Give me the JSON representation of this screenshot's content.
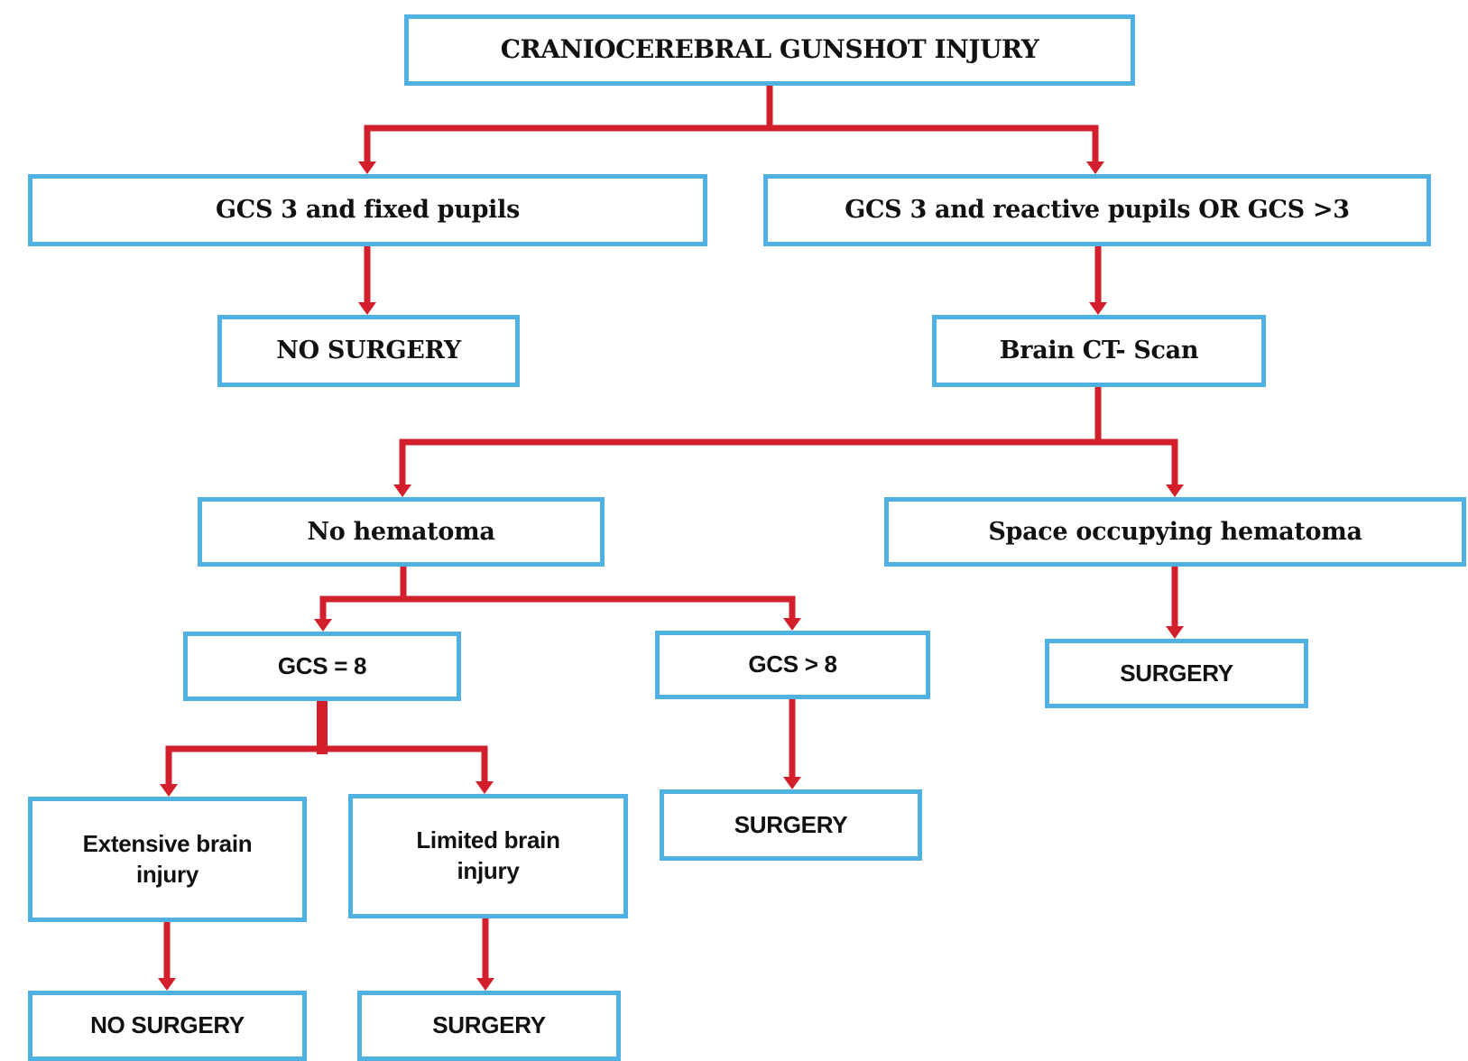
{
  "colors": {
    "box_border": "#4fb0e2",
    "arrow": "#d21f2b",
    "text": "#111111"
  },
  "nodes": {
    "root": "CRANIOCEREBRAL GUNSHOT INJURY",
    "gcs3_fixed": "GCS 3 and fixed pupils",
    "gcs3_reactive": "GCS 3 and reactive pupils OR GCS >3",
    "no_surgery_1": "NO SURGERY",
    "brain_ct": "Brain CT- Scan",
    "no_hematoma": "No hematoma",
    "space_hematoma": "Space occupying hematoma",
    "gcs_eq_8": "GCS = 8",
    "gcs_gt_8": "GCS > 8",
    "surgery_hematoma": "SURGERY",
    "extensive_injury": "Extensive brain injury",
    "limited_injury": "Limited brain injury",
    "surgery_gcs_gt_8": "SURGERY",
    "no_surgery_extensive": "NO SURGERY",
    "surgery_limited": "SURGERY"
  }
}
